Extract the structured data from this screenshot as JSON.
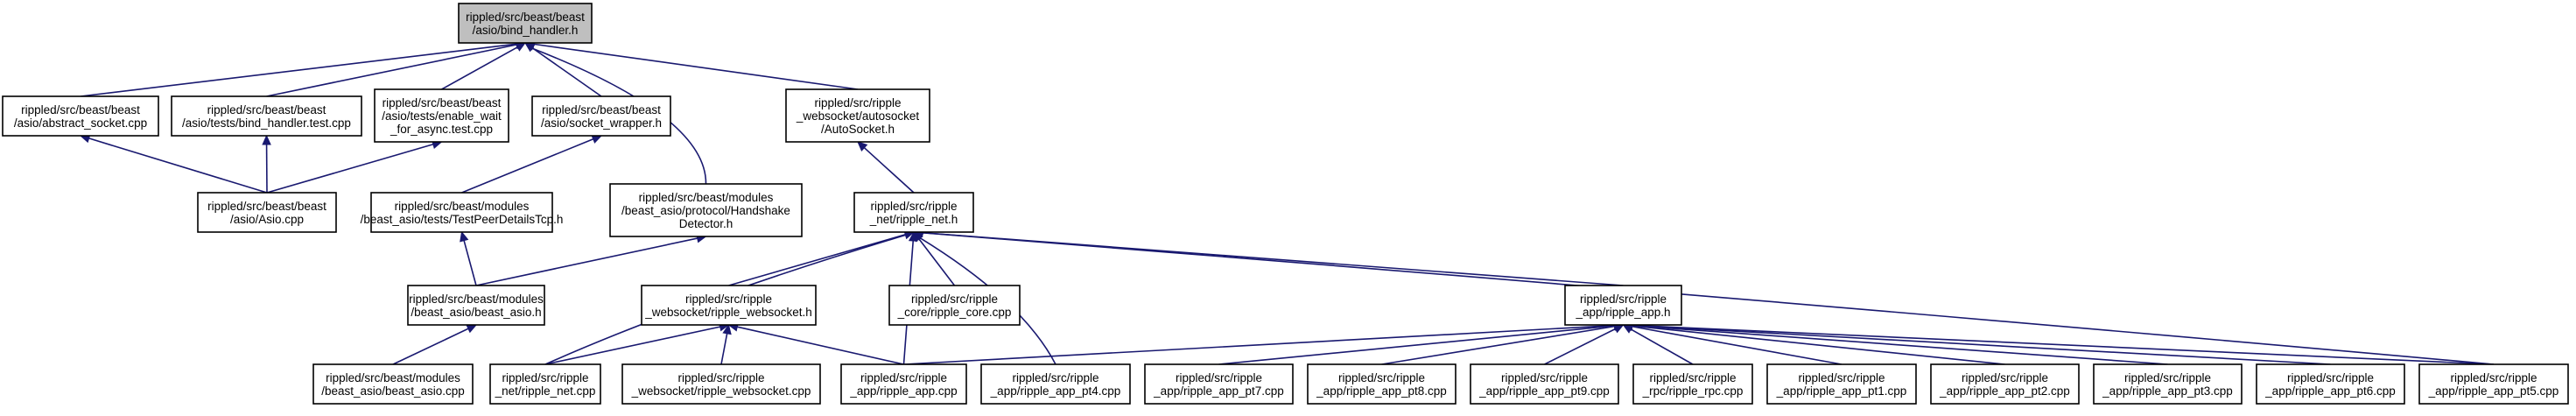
{
  "title": "",
  "nodes": [
    {
      "id": "bind_handler_h",
      "lines": [
        "rippled/src/beast/beast",
        "/asio/bind_handler.h"
      ],
      "root": true
    },
    {
      "id": "abstract_socket_cpp",
      "lines": [
        "rippled/src/beast/beast",
        "/asio/abstract_socket.cpp"
      ]
    },
    {
      "id": "bind_handler_test_cpp",
      "lines": [
        "rippled/src/beast/beast",
        "/asio/tests/bind_handler.test.cpp"
      ]
    },
    {
      "id": "enable_wait_cpp",
      "lines": [
        "rippled/src/beast/beast",
        "/asio/tests/enable_wait",
        "_for_async.test.cpp"
      ]
    },
    {
      "id": "socket_wrapper_h",
      "lines": [
        "rippled/src/beast/beast",
        "/asio/socket_wrapper.h"
      ]
    },
    {
      "id": "autosocket_h",
      "lines": [
        "rippled/src/ripple",
        "_websocket/autosocket",
        "/AutoSocket.h"
      ]
    },
    {
      "id": "asio_cpp",
      "lines": [
        "rippled/src/beast/beast",
        "/asio/Asio.cpp"
      ]
    },
    {
      "id": "testpeer_cpp",
      "lines": [
        "rippled/src/beast/modules",
        "/beast_asio/tests/TestPeerDetailsTcp.h"
      ]
    },
    {
      "id": "handshake_h",
      "lines": [
        "rippled/src/beast/modules",
        "/beast_asio/protocol/Handshake",
        "Detector.h"
      ]
    },
    {
      "id": "ripple_net_h",
      "lines": [
        "rippled/src/ripple",
        "_net/ripple_net.h"
      ]
    },
    {
      "id": "beast_asio_h",
      "lines": [
        "rippled/src/beast/modules",
        "/beast_asio/beast_asio.h"
      ]
    },
    {
      "id": "ripple_websocket_h",
      "lines": [
        "rippled/src/ripple",
        "_websocket/ripple_websocket.h"
      ]
    },
    {
      "id": "ripple_core_cpp",
      "lines": [
        "rippled/src/ripple",
        "_core/ripple_core.cpp"
      ]
    },
    {
      "id": "ripple_app_h",
      "lines": [
        "rippled/src/ripple",
        "_app/ripple_app.h"
      ]
    },
    {
      "id": "beast_asio_cpp",
      "lines": [
        "rippled/src/beast/modules",
        "/beast_asio/beast_asio.cpp"
      ]
    },
    {
      "id": "ripple_net_cpp",
      "lines": [
        "rippled/src/ripple",
        "_net/ripple_net.cpp"
      ]
    },
    {
      "id": "ripple_websocket_cpp",
      "lines": [
        "rippled/src/ripple",
        "_websocket/ripple_websocket.cpp"
      ]
    },
    {
      "id": "ripple_app_cpp",
      "lines": [
        "rippled/src/ripple",
        "_app/ripple_app.cpp"
      ]
    },
    {
      "id": "ripple_app_pt4_cpp",
      "lines": [
        "rippled/src/ripple",
        "_app/ripple_app_pt4.cpp"
      ]
    },
    {
      "id": "ripple_app_pt7_cpp",
      "lines": [
        "rippled/src/ripple",
        "_app/ripple_app_pt7.cpp"
      ]
    },
    {
      "id": "ripple_app_pt8_cpp",
      "lines": [
        "rippled/src/ripple",
        "_app/ripple_app_pt8.cpp"
      ]
    },
    {
      "id": "ripple_app_pt9_cpp",
      "lines": [
        "rippled/src/ripple",
        "_app/ripple_app_pt9.cpp"
      ]
    },
    {
      "id": "ripple_rpc_cpp",
      "lines": [
        "rippled/src/ripple",
        "_rpc/ripple_rpc.cpp"
      ]
    },
    {
      "id": "ripple_app_pt1_cpp",
      "lines": [
        "rippled/src/ripple",
        "_app/ripple_app_pt1.cpp"
      ]
    },
    {
      "id": "ripple_app_pt2_cpp",
      "lines": [
        "rippled/src/ripple",
        "_app/ripple_app_pt2.cpp"
      ]
    },
    {
      "id": "ripple_app_pt3_cpp",
      "lines": [
        "rippled/src/ripple",
        "_app/ripple_app_pt3.cpp"
      ]
    },
    {
      "id": "ripple_app_pt6_cpp",
      "lines": [
        "rippled/src/ripple",
        "_app/ripple_app_pt6.cpp"
      ]
    },
    {
      "id": "ripple_app_pt5_cpp",
      "lines": [
        "rippled/src/ripple",
        "_app/ripple_app_pt5.cpp"
      ]
    }
  ],
  "edges": [
    {
      "from": "abstract_socket_cpp",
      "to": "bind_handler_h"
    },
    {
      "from": "bind_handler_test_cpp",
      "to": "bind_handler_h"
    },
    {
      "from": "enable_wait_cpp",
      "to": "bind_handler_h"
    },
    {
      "from": "socket_wrapper_h",
      "to": "bind_handler_h"
    },
    {
      "from": "handshake_h",
      "to": "bind_handler_h"
    },
    {
      "from": "autosocket_h",
      "to": "bind_handler_h"
    },
    {
      "from": "asio_cpp",
      "to": "abstract_socket_cpp"
    },
    {
      "from": "asio_cpp",
      "to": "bind_handler_test_cpp"
    },
    {
      "from": "asio_cpp",
      "to": "enable_wait_cpp"
    },
    {
      "from": "testpeer_cpp",
      "to": "socket_wrapper_h"
    },
    {
      "from": "ripple_net_h",
      "to": "autosocket_h"
    },
    {
      "from": "beast_asio_h",
      "to": "testpeer_cpp"
    },
    {
      "from": "beast_asio_h",
      "to": "handshake_h"
    },
    {
      "from": "beast_asio_cpp",
      "to": "beast_asio_h"
    },
    {
      "from": "ripple_websocket_h",
      "to": "ripple_net_h"
    },
    {
      "from": "ripple_core_cpp",
      "to": "ripple_net_h"
    },
    {
      "from": "ripple_app_h",
      "to": "ripple_net_h"
    },
    {
      "from": "ripple_net_cpp",
      "to": "ripple_net_h"
    },
    {
      "from": "ripple_app_cpp",
      "to": "ripple_net_h"
    },
    {
      "from": "ripple_app_pt4_cpp",
      "to": "ripple_net_h"
    },
    {
      "from": "ripple_app_pt5_cpp",
      "to": "ripple_net_h"
    },
    {
      "from": "ripple_net_cpp",
      "to": "ripple_websocket_h"
    },
    {
      "from": "ripple_websocket_cpp",
      "to": "ripple_websocket_h"
    },
    {
      "from": "ripple_app_cpp",
      "to": "ripple_websocket_h"
    },
    {
      "from": "ripple_app_cpp",
      "to": "ripple_app_h"
    },
    {
      "from": "ripple_app_pt7_cpp",
      "to": "ripple_app_h"
    },
    {
      "from": "ripple_app_pt8_cpp",
      "to": "ripple_app_h"
    },
    {
      "from": "ripple_app_pt9_cpp",
      "to": "ripple_app_h"
    },
    {
      "from": "ripple_rpc_cpp",
      "to": "ripple_app_h"
    },
    {
      "from": "ripple_app_pt1_cpp",
      "to": "ripple_app_h"
    },
    {
      "from": "ripple_app_pt2_cpp",
      "to": "ripple_app_h"
    },
    {
      "from": "ripple_app_pt3_cpp",
      "to": "ripple_app_h"
    },
    {
      "from": "ripple_app_pt6_cpp",
      "to": "ripple_app_h"
    },
    {
      "from": "ripple_app_pt5_cpp",
      "to": "ripple_app_h"
    }
  ]
}
